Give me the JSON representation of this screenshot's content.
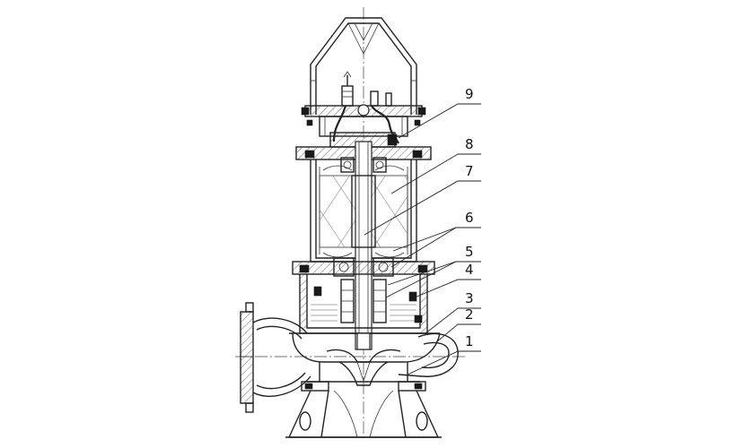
{
  "callouts": [
    {
      "label": "9"
    },
    {
      "label": "8"
    },
    {
      "label": "7"
    },
    {
      "label": "6"
    },
    {
      "label": "5"
    },
    {
      "label": "4"
    },
    {
      "label": "3"
    },
    {
      "label": "2"
    },
    {
      "label": "1"
    }
  ]
}
